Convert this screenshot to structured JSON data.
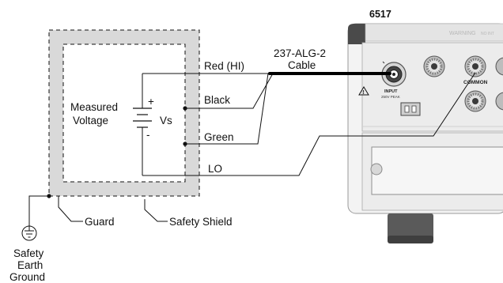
{
  "instrument": {
    "model": "6517",
    "warning_text": "WARNING",
    "warning_suffix": "NO INT",
    "input_label": "INPUT",
    "input_rating": "250V PEAK",
    "common_label": "COMMON"
  },
  "cable": {
    "name_line1": "237-ALG-2",
    "name_line2": "Cable"
  },
  "wires": {
    "red": "Red (HI)",
    "black": "Black",
    "green": "Green",
    "lo": "LO"
  },
  "source": {
    "label_line1": "Measured",
    "label_line2": "Voltage",
    "symbol": "Vs",
    "plus": "+",
    "minus": "-"
  },
  "labels": {
    "guard": "Guard",
    "safety_shield": "Safety Shield",
    "ground_line1": "Safety",
    "ground_line2": "Earth",
    "ground_line3": "Ground"
  },
  "colors": {
    "guard_fill": "#d9d9d9",
    "panel_light": "#ececec",
    "panel_mid": "#cfcfcf",
    "panel_dark": "#4a4a4a"
  }
}
